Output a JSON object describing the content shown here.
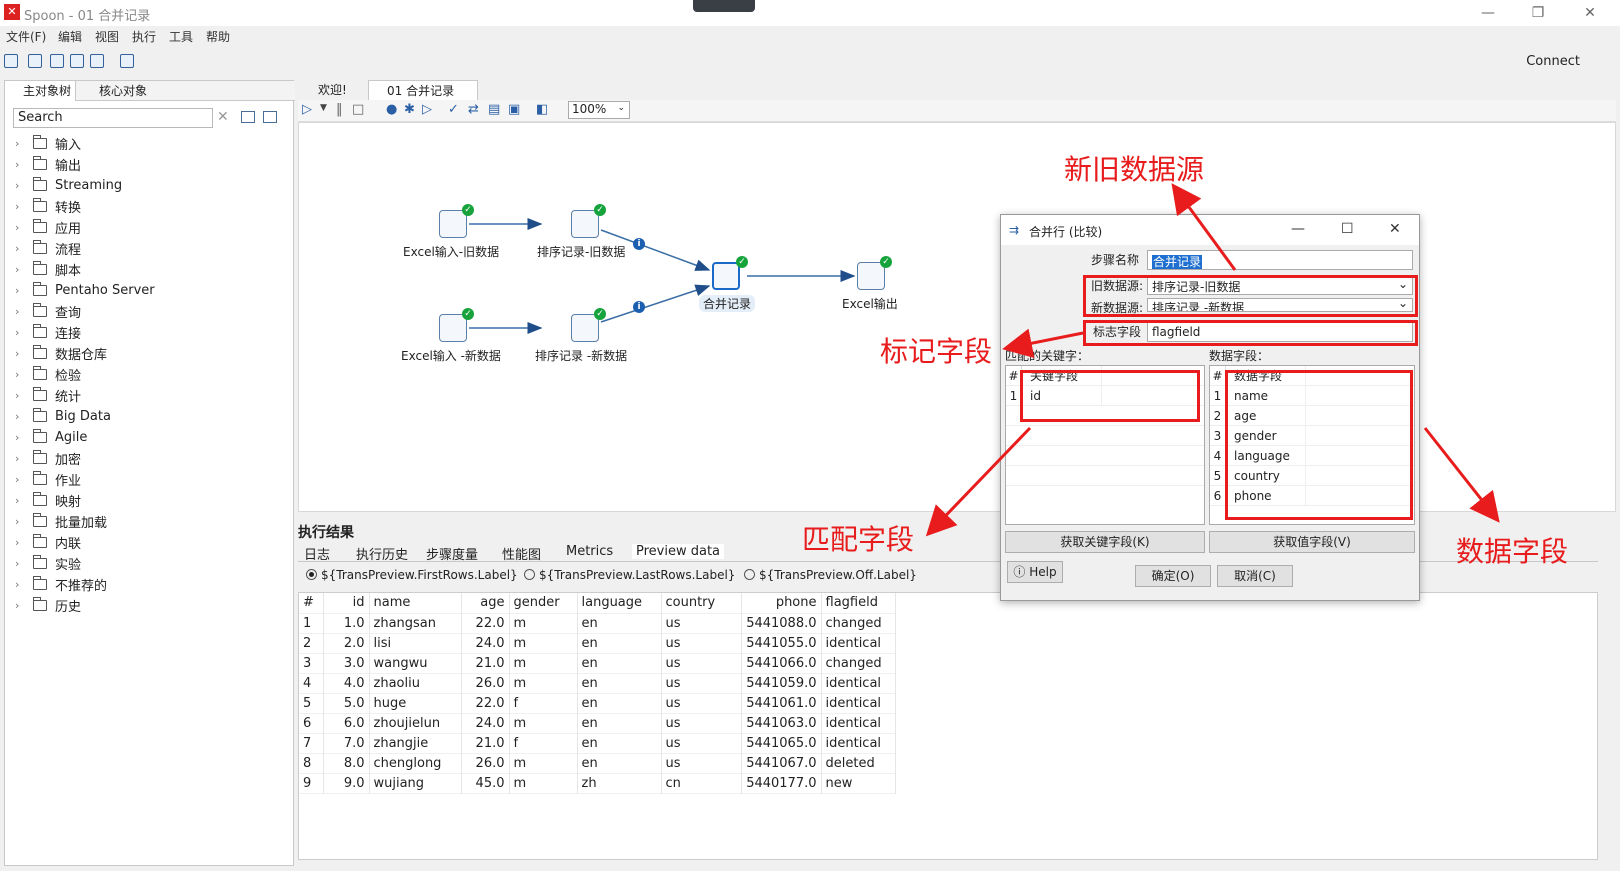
{
  "window": {
    "title": "Spoon - 01 合并记录",
    "minimize": "—",
    "restore": "❐",
    "close": "✕"
  },
  "menu": [
    "文件(F)",
    "编辑",
    "视图",
    "执行",
    "工具",
    "帮助"
  ],
  "connect_label": "Connect",
  "left_tabs": [
    "主对象树",
    "核心对象"
  ],
  "search": {
    "value": "Search"
  },
  "tree_items": [
    "输入",
    "输出",
    "Streaming",
    "转换",
    "应用",
    "流程",
    "脚本",
    "Pentaho Server",
    "查询",
    "连接",
    "数据仓库",
    "检验",
    "统计",
    "Big Data",
    "Agile",
    "加密",
    "作业",
    "映射",
    "批量加载",
    "内联",
    "实验",
    "不推荐的",
    "历史"
  ],
  "main_tabs": [
    "欢迎!",
    "01 合并记录"
  ],
  "zoom": "100%",
  "steps": {
    "excel_old": "Excel输入-旧数据",
    "sort_old": "排序记录-旧数据",
    "excel_new": "Excel输入 -新数据",
    "sort_new": "排序记录 -新数据",
    "merge": "合并记录",
    "excel_out": "Excel输出"
  },
  "results": {
    "title": "执行结果",
    "tabs": [
      "日志",
      "执行历史",
      "步骤度量",
      "性能图",
      "Metrics",
      "Preview data"
    ],
    "radios": [
      "${TransPreview.FirstRows.Label}",
      "${TransPreview.LastRows.Label}",
      "${TransPreview.Off.Label}"
    ],
    "columns": [
      "#",
      "id",
      "name",
      "age",
      "gender",
      "language",
      "country",
      "phone",
      "flagfield"
    ],
    "rows": [
      [
        "1",
        "1.0",
        "zhangsan",
        "22.0",
        "m",
        "en",
        "us",
        "5441088.0",
        "changed"
      ],
      [
        "2",
        "2.0",
        "lisi",
        "24.0",
        "m",
        "en",
        "us",
        "5441055.0",
        "identical"
      ],
      [
        "3",
        "3.0",
        "wangwu",
        "21.0",
        "m",
        "en",
        "us",
        "5441066.0",
        "changed"
      ],
      [
        "4",
        "4.0",
        "zhaoliu",
        "26.0",
        "m",
        "en",
        "us",
        "5441059.0",
        "identical"
      ],
      [
        "5",
        "5.0",
        "huge",
        "22.0",
        "f",
        "en",
        "us",
        "5441061.0",
        "identical"
      ],
      [
        "6",
        "6.0",
        "zhoujielun",
        "24.0",
        "m",
        "en",
        "us",
        "5441063.0",
        "identical"
      ],
      [
        "7",
        "7.0",
        "zhangjie",
        "21.0",
        "f",
        "en",
        "us",
        "5441065.0",
        "identical"
      ],
      [
        "8",
        "8.0",
        "chenglong",
        "26.0",
        "m",
        "en",
        "us",
        "5441067.0",
        "deleted"
      ],
      [
        "9",
        "9.0",
        "wujiang",
        "45.0",
        "m",
        "zh",
        "cn",
        "5440177.0",
        "new"
      ]
    ]
  },
  "dialog": {
    "title": "合并行 (比较)",
    "step_name_label": "步骤名称",
    "step_name_value": "合并记录",
    "old_source_label": "旧数据源:",
    "old_source_value": "排序记录-旧数据",
    "new_source_label": "新数据源:",
    "new_source_value": "排序记录 -新数据",
    "flag_label": "标志字段",
    "flag_value": "flagfield",
    "keys_label": "匹配的关键字：",
    "values_label": "数据字段：",
    "keys_header": "关键字段",
    "keys": [
      "id"
    ],
    "values_header": "数据字段",
    "values": [
      "name",
      "age",
      "gender",
      "language",
      "country",
      "phone"
    ],
    "get_keys_btn": "获取关键字段(K)",
    "get_values_btn": "获取值字段(V)",
    "help_btn": "Help",
    "ok_btn": "确定(O)",
    "cancel_btn": "取消(C)"
  },
  "annotations": {
    "sources": "新旧数据源",
    "flag": "标记字段",
    "match": "匹配字段",
    "data": "数据字段",
    "color": "#e81c1c"
  }
}
